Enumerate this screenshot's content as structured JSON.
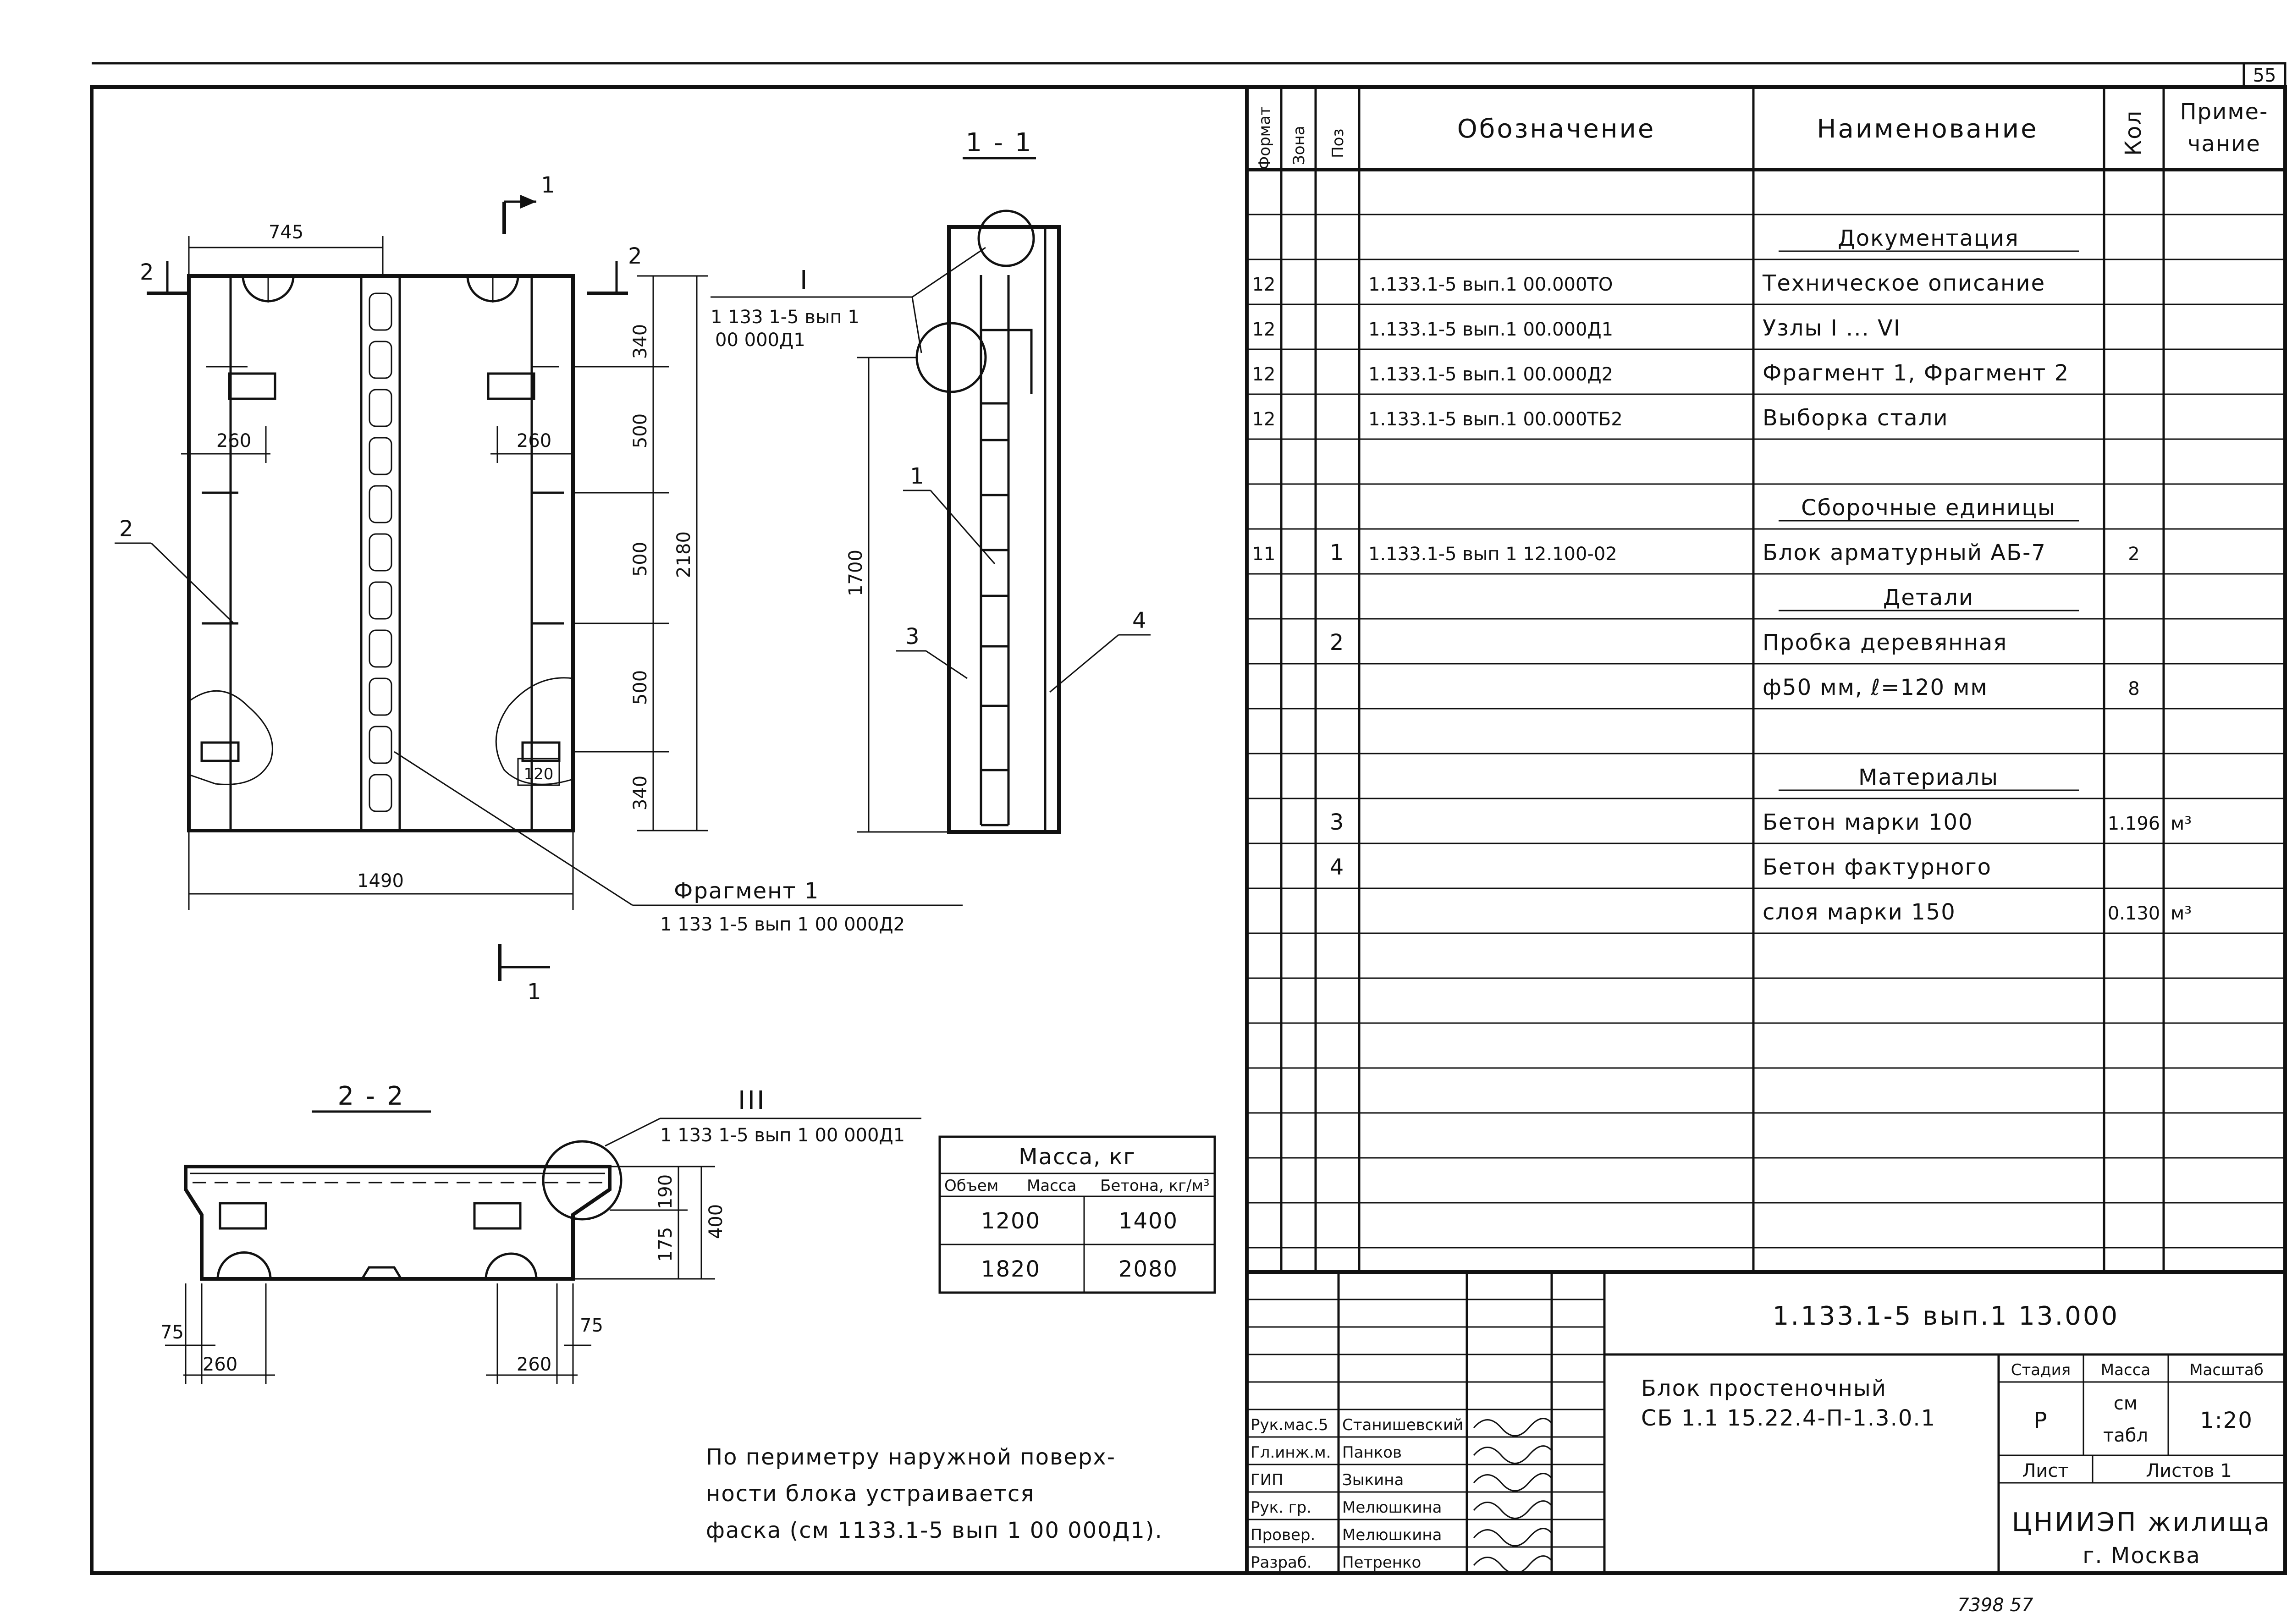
{
  "sheet": {
    "number": "55",
    "bottom_note": "7398 57"
  },
  "drawing": {
    "section_1_1": "1 - 1",
    "section_2_2": "2 - 2",
    "view_mark_1": "1",
    "view_mark_2": "2",
    "node_I": "I",
    "node_I_ref": [
      "1 133 1-5 вып 1",
      "00 000Д1"
    ],
    "node_III": "III",
    "node_III_ref": "1 133 1-5 вып 1 00 000Д1",
    "fragment_label": "Фрагмент 1",
    "fragment_ref": "1 133 1-5 вып 1 00 000Д2",
    "pos_labels": [
      "1",
      "2",
      "3",
      "4"
    ],
    "dims_main": {
      "top_width": "745",
      "width": "1490",
      "height_total": "2180",
      "v_340_top": "340",
      "v_500_a": "500",
      "v_500_b": "500",
      "v_500_c": "500",
      "v_340_bot": "340",
      "h_260_left": "260",
      "h_260_right": "260",
      "h_120": "120"
    },
    "dims_side": {
      "height": "1700"
    },
    "dims_plan": {
      "d190": "190",
      "d175": "175",
      "d400": "400",
      "d75_left": "75",
      "d75_right": "75",
      "d260_left": "260",
      "d260_right": "260"
    },
    "chamfer_note": [
      "По периметру наружной поверх-",
      "ности блока устраивается",
      "фаска (см 1133.1-5 вып 1 00 000Д1)."
    ]
  },
  "mass_table": {
    "title": "Масса, кг",
    "headers": [
      "Объем",
      "Масса",
      "Бетона, кг/м³"
    ],
    "rows": [
      [
        "1200",
        "1400"
      ],
      [
        "1820",
        "2080"
      ]
    ]
  },
  "spec": {
    "headers": {
      "format": "Формат",
      "zone": "Зона",
      "pos": "Поз",
      "designation": "Обозначение",
      "name": "Наименование",
      "qty": "Кол",
      "note": [
        "Приме-",
        "чание"
      ]
    },
    "rows": [
      {
        "format": "",
        "pos": "",
        "designation": "",
        "name": "",
        "qty": "",
        "note": "",
        "heading": false
      },
      {
        "format": "",
        "pos": "",
        "designation": "",
        "name": "Документация",
        "qty": "",
        "note": "",
        "heading": true
      },
      {
        "format": "12",
        "pos": "",
        "designation": "1.133.1-5 вып.1 00.000ТО",
        "name": "Техническое описание",
        "qty": "",
        "note": "",
        "heading": false
      },
      {
        "format": "12",
        "pos": "",
        "designation": "1.133.1-5 вып.1 00.000Д1",
        "name": "Узлы I ... VI",
        "qty": "",
        "note": "",
        "heading": false
      },
      {
        "format": "12",
        "pos": "",
        "designation": "1.133.1-5 вып.1 00.000Д2",
        "name": "Фрагмент 1, Фрагмент 2",
        "qty": "",
        "note": "",
        "heading": false
      },
      {
        "format": "12",
        "pos": "",
        "designation": "1.133.1-5 вып.1 00.000ТБ2",
        "name": "Выборка стали",
        "qty": "",
        "note": "",
        "heading": false
      },
      {
        "format": "",
        "pos": "",
        "designation": "",
        "name": "",
        "qty": "",
        "note": "",
        "heading": false
      },
      {
        "format": "",
        "pos": "",
        "designation": "",
        "name": "Сборочные единицы",
        "qty": "",
        "note": "",
        "heading": true
      },
      {
        "format": "11",
        "pos": "1",
        "designation": "1.133.1-5 вып 1 12.100-02",
        "name": "Блок арматурный АБ-7",
        "qty": "2",
        "note": "",
        "heading": false
      },
      {
        "format": "",
        "pos": "",
        "designation": "",
        "name": "Детали",
        "qty": "",
        "note": "",
        "heading": true
      },
      {
        "format": "",
        "pos": "2",
        "designation": "",
        "name": "Пробка деревянная",
        "qty": "",
        "note": "",
        "heading": false
      },
      {
        "format": "",
        "pos": "",
        "designation": "",
        "name": "ф50 мм, ℓ=120 мм",
        "qty": "8",
        "note": "",
        "heading": false
      },
      {
        "format": "",
        "pos": "",
        "designation": "",
        "name": "",
        "qty": "",
        "note": "",
        "heading": false
      },
      {
        "format": "",
        "pos": "",
        "designation": "",
        "name": "Материалы",
        "qty": "",
        "note": "",
        "heading": true
      },
      {
        "format": "",
        "pos": "3",
        "designation": "",
        "name": "Бетон марки 100",
        "qty": "1.196",
        "note": "м³",
        "heading": false
      },
      {
        "format": "",
        "pos": "4",
        "designation": "",
        "name": "Бетон фактурного",
        "qty": "",
        "note": "",
        "heading": false
      },
      {
        "format": "",
        "pos": "",
        "designation": "",
        "name": "слоя марки 150",
        "qty": "0.130",
        "note": "м³",
        "heading": false
      }
    ]
  },
  "title_block": {
    "code": "1.133.1-5 вып.1 13.000",
    "title": [
      "Блок простеночный",
      "СБ 1.1 15.22.4-П-1.3.0.1"
    ],
    "stage_label": "Стадия",
    "mass_label": "Масса",
    "scale_label": "Масштаб",
    "stage": "Р",
    "mass": [
      "см",
      "табл"
    ],
    "scale": "1:20",
    "sheet_label": "Лист",
    "sheets_label": "Листов 1",
    "org": "ЦНИИЭП жилища",
    "city": "г. Москва",
    "people": [
      {
        "role": "Рук.мас.5",
        "name": "Станишевский"
      },
      {
        "role": "Гл.инж.м.",
        "name": "Панков"
      },
      {
        "role": "ГИП",
        "name": "Зыкина"
      },
      {
        "role": "Рук. гр.",
        "name": "Мелюшкина"
      },
      {
        "role": "Провер.",
        "name": "Мелюшкина"
      },
      {
        "role": "Разраб.",
        "name": "Петренко"
      }
    ]
  }
}
